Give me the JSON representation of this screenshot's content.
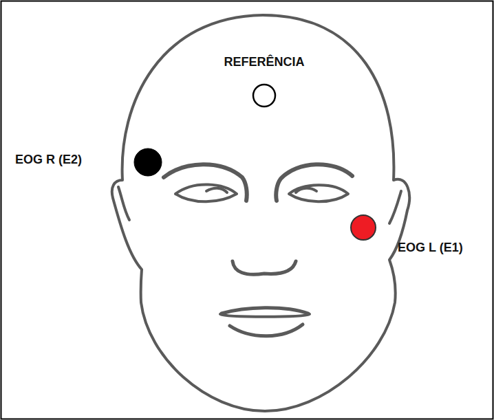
{
  "diagram": {
    "labels": [
      "REFERÊNCIA",
      "EOG R (E2)",
      "EOG L (E1)"
    ]
  }
}
